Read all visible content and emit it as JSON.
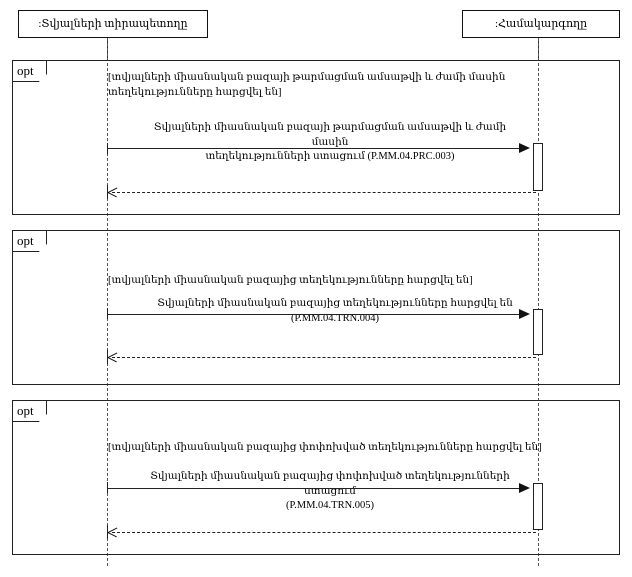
{
  "diagram": {
    "type": "uml-sequence-diagram",
    "operator_label": "opt"
  },
  "lifelines": [
    {
      "id": "data-owner",
      "label": ":Տվյալների տիրապետողը"
    },
    {
      "id": "coordinator",
      "label": ":Համակարգողը"
    }
  ],
  "fragments": [
    {
      "operator": "opt",
      "guard": "[տվյալների միասնական բազայի թարմացման ամսաթվի և ժամի մասին\nտեղեկությունները հարցվել են]",
      "message": "Տվյալների միասնական բազայի թարմացման ամսաթվի և ժամի մասին\nտեղեկությունների ստացում (P.MM.04.PRC.003)"
    },
    {
      "operator": "opt",
      "guard": "[տվյալների միասնական բազայից տեղեկությունները հարցվել են]",
      "message": "Տվյալների միասնական բազայից տեղեկությունները հարցվել են\n(P.MM.04.TRN.004)"
    },
    {
      "operator": "opt",
      "guard": "[տվյալների միասնական բազայից փոփոխված տեղեկությունները հարցվել են]",
      "message": "Տվյալների միասնական բազայից փոփոխված տեղեկությունների ստացում\n(P.MM.04.TRN.005)"
    }
  ]
}
